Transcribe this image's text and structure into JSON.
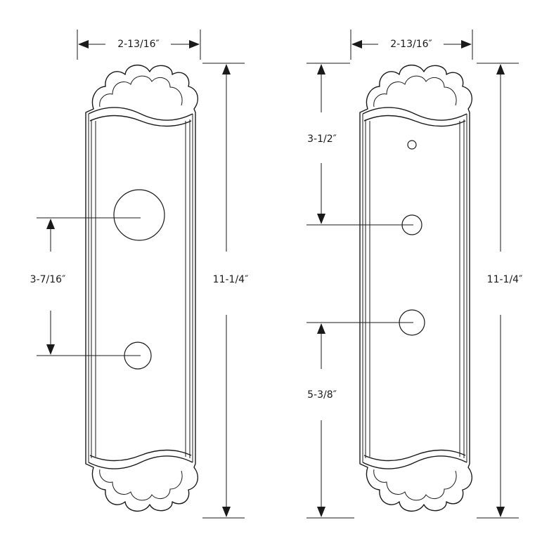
{
  "left_plate": {
    "width_label": "2-13/16″",
    "height_label": "11-1/4″",
    "spacing_label": "3-7/16″"
  },
  "right_plate": {
    "width_label": "2-13/16″",
    "height_label": "11-1/4″",
    "top_to_hole_label": "3-1/2″",
    "bottom_to_hole_label": "5-3/8″"
  }
}
